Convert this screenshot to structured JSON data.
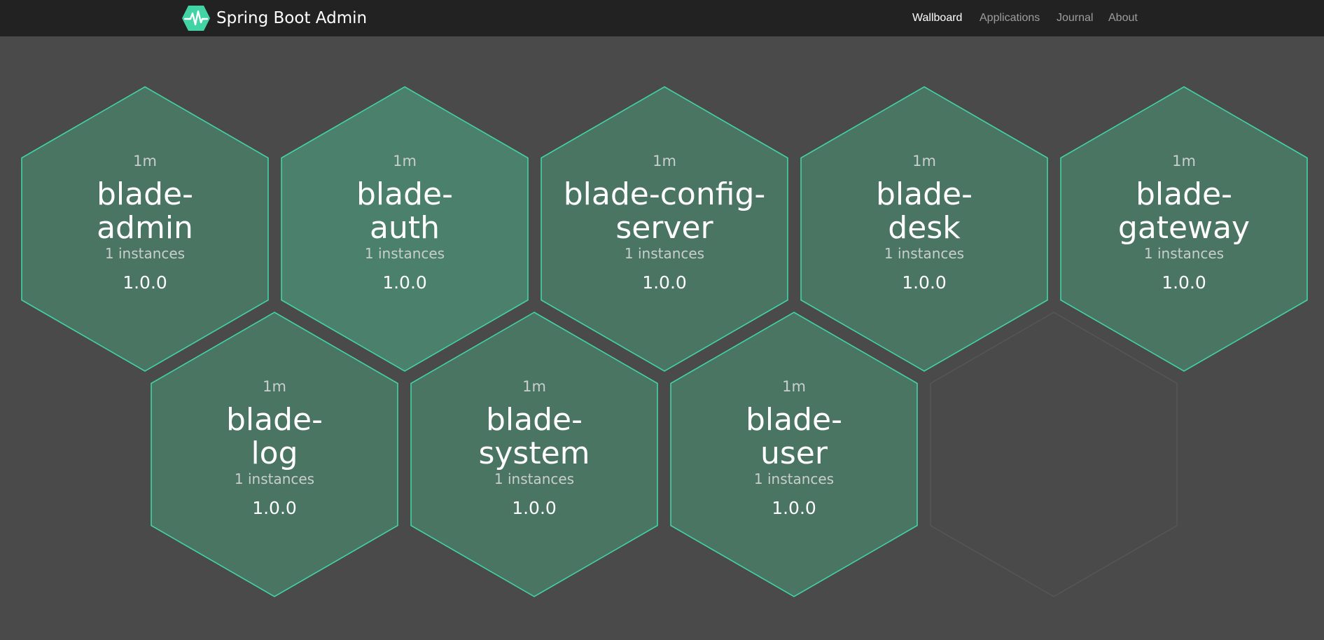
{
  "app": {
    "title": "Spring Boot Admin",
    "logo_icon": "heartbeat-hexagon-icon",
    "accent_color": "#42d3a5"
  },
  "nav": {
    "items": [
      {
        "label": "Wallboard",
        "active": true
      },
      {
        "label": "Applications",
        "active": false
      },
      {
        "label": "Journal",
        "active": false
      },
      {
        "label": "About",
        "active": false
      }
    ]
  },
  "wallboard": {
    "applications": [
      {
        "name_line1": "blade-",
        "name_line2": "admin",
        "uptime": "1m",
        "instances": "1 instances",
        "version": "1.0.0",
        "status": "UP"
      },
      {
        "name_line1": "blade-",
        "name_line2": "auth",
        "uptime": "1m",
        "instances": "1 instances",
        "version": "1.0.0",
        "status": "UP"
      },
      {
        "name_line1": "blade-config-",
        "name_line2": "server",
        "uptime": "1m",
        "instances": "1 instances",
        "version": "1.0.0",
        "status": "UP"
      },
      {
        "name_line1": "blade-",
        "name_line2": "desk",
        "uptime": "1m",
        "instances": "1 instances",
        "version": "1.0.0",
        "status": "UP"
      },
      {
        "name_line1": "blade-",
        "name_line2": "gateway",
        "uptime": "1m",
        "instances": "1 instances",
        "version": "1.0.0",
        "status": "UP"
      },
      {
        "name_line1": "blade-",
        "name_line2": "log",
        "uptime": "1m",
        "instances": "1 instances",
        "version": "1.0.0",
        "status": "UP"
      },
      {
        "name_line1": "blade-",
        "name_line2": "system",
        "uptime": "1m",
        "instances": "1 instances",
        "version": "1.0.0",
        "status": "UP"
      },
      {
        "name_line1": "blade-",
        "name_line2": "user",
        "uptime": "1m",
        "instances": "1 instances",
        "version": "1.0.0",
        "status": "UP"
      }
    ]
  }
}
